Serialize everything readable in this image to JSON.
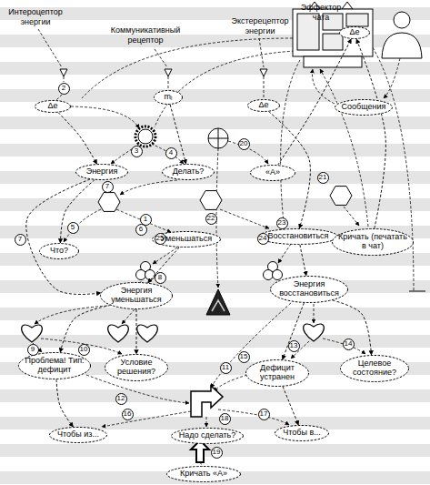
{
  "diagram": {
    "nodes": [
      {
        "text": [
          "Δе"
        ]
      },
      {
        "text": [
          "Δе"
        ]
      },
      {
        "text": [
          "mᵢ"
        ]
      },
      {
        "text": [
          "Δе"
        ]
      },
      {
        "text": [
          "Сообщения"
        ]
      },
      {
        "text": [
          "«А»"
        ]
      },
      {
        "text": [
          "Энергия"
        ]
      },
      {
        "text": [
          "Делать?"
        ]
      },
      {
        "text": [
          "Что?"
        ]
      },
      {
        "text": [
          "Уменьшаться"
        ]
      },
      {
        "text": [
          "Восстановиться"
        ]
      },
      {
        "text": [
          "Кричать (печатать в чат)"
        ]
      },
      {
        "text": [
          "Энергия уменьшаться"
        ]
      },
      {
        "text": [
          "Энергия восстановиться"
        ]
      },
      {
        "text": [
          "Проблема! Тип: дефицит"
        ]
      },
      {
        "text": [
          "Условие решения?"
        ]
      },
      {
        "text": [
          "Дефицит устранен"
        ]
      },
      {
        "text": [
          "Целевое состояние?"
        ]
      },
      {
        "text": [
          "Чтобы из..."
        ]
      },
      {
        "text": [
          "Надо сделать?"
        ]
      },
      {
        "text": [
          "Чтобы в..."
        ]
      },
      {
        "text": [
          "Кричать «А»"
        ]
      }
    ],
    "edges": [
      {
        "from": 1,
        "to": 6,
        "arrow": "to"
      },
      {
        "from": 6,
        "to": 8,
        "arrow": "to"
      },
      {
        "from": 6,
        "to": 12,
        "arrow": "to"
      },
      {
        "from": 9,
        "to": 12,
        "arrow": "to"
      },
      {
        "from": 5,
        "to": 0,
        "arrow": "to"
      },
      {
        "from": 3,
        "to": 10,
        "arrow": "to"
      },
      {
        "from": 10,
        "to": 13,
        "arrow": "to"
      },
      {
        "from": 12,
        "to": 14,
        "arrow": "to"
      },
      {
        "from": 12,
        "to": 15,
        "arrow": "to"
      },
      {
        "from": 13,
        "to": 16,
        "arrow": "to"
      },
      {
        "from": 13,
        "to": 17,
        "arrow": "to"
      },
      {
        "from": 14,
        "to": 18,
        "arrow": "to"
      },
      {
        "from": 16,
        "to": 20,
        "arrow": "to"
      },
      {
        "from": 11,
        "to": 0,
        "arrow": "to"
      },
      {
        "from": 2,
        "to": 7,
        "arrow": "to"
      }
    ],
    "labels": [
      "Эффектор чата",
      "Интероцептор энергии",
      "Коммуникативный рецептор",
      "Экстерецептор энергии",
      "2",
      "20",
      "3",
      "4",
      "21",
      "7",
      "22",
      "1",
      "23",
      "5",
      "6",
      "25",
      "24",
      "7",
      "8",
      "9",
      "10",
      "13",
      "14",
      "15",
      "11",
      "12",
      "16",
      "17",
      "18",
      "19"
    ]
  }
}
